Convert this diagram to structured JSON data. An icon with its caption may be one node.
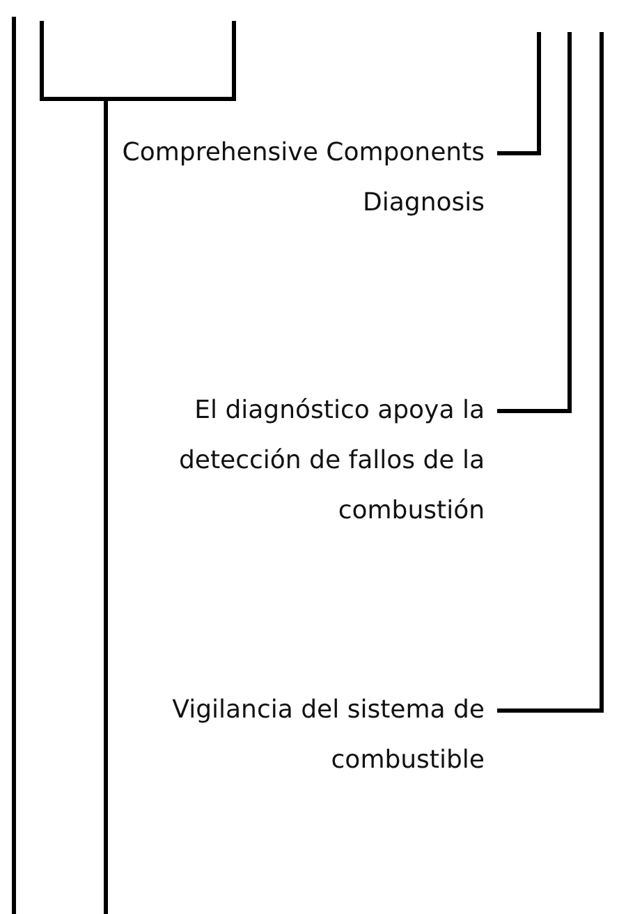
{
  "diagram": {
    "nodes": [
      {
        "text": [
          "Comprehensive Components Diagnosis"
        ]
      },
      {
        "text": [
          "El diagnóstico apoya la detección de fallos de la combustión"
        ]
      },
      {
        "text": [
          "Vigilancia del sistema de combustible"
        ]
      }
    ],
    "edges": [
      {
        "from": null,
        "to": 0,
        "arrow": "none"
      },
      {
        "from": null,
        "to": 1,
        "arrow": "none"
      },
      {
        "from": null,
        "to": 2,
        "arrow": "none"
      }
    ]
  }
}
